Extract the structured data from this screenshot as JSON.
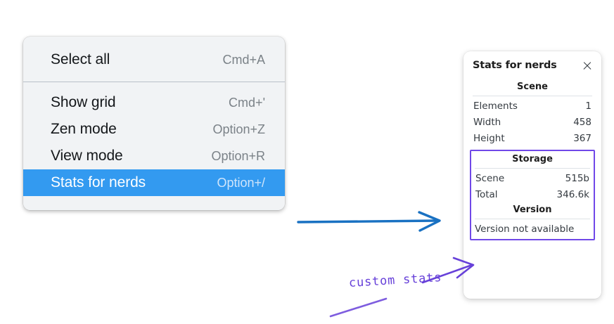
{
  "menu": {
    "sections": [
      {
        "items": [
          {
            "label": "Select all",
            "shortcut": "Cmd+A",
            "selected": false,
            "name": "menu-item-select-all"
          }
        ]
      },
      {
        "items": [
          {
            "label": "Show grid",
            "shortcut": "Cmd+'",
            "selected": false,
            "name": "menu-item-show-grid"
          },
          {
            "label": "Zen mode",
            "shortcut": "Option+Z",
            "selected": false,
            "name": "menu-item-zen-mode"
          },
          {
            "label": "View mode",
            "shortcut": "Option+R",
            "selected": false,
            "name": "menu-item-view-mode"
          },
          {
            "label": "Stats for nerds",
            "shortcut": "Option+/",
            "selected": true,
            "name": "menu-item-stats-for-nerds"
          }
        ]
      }
    ],
    "highlight_color": "#339af0"
  },
  "stats_panel": {
    "title": "Stats for nerds",
    "close_icon": "close-icon",
    "scene": {
      "heading": "Scene",
      "rows": [
        {
          "key": "Elements",
          "value": "1"
        },
        {
          "key": "Width",
          "value": "458"
        },
        {
          "key": "Height",
          "value": "367"
        }
      ]
    },
    "storage": {
      "heading": "Storage",
      "rows": [
        {
          "key": "Scene",
          "value": "515b"
        },
        {
          "key": "Total",
          "value": "346.6k"
        }
      ]
    },
    "version": {
      "heading": "Version",
      "text": "Version not available"
    },
    "highlight_border_color": "#7048e8"
  },
  "annotations": {
    "blue_arrow_color": "#1971c2",
    "purple_color": "#6741d9",
    "handwritten_label": "custom stats"
  }
}
